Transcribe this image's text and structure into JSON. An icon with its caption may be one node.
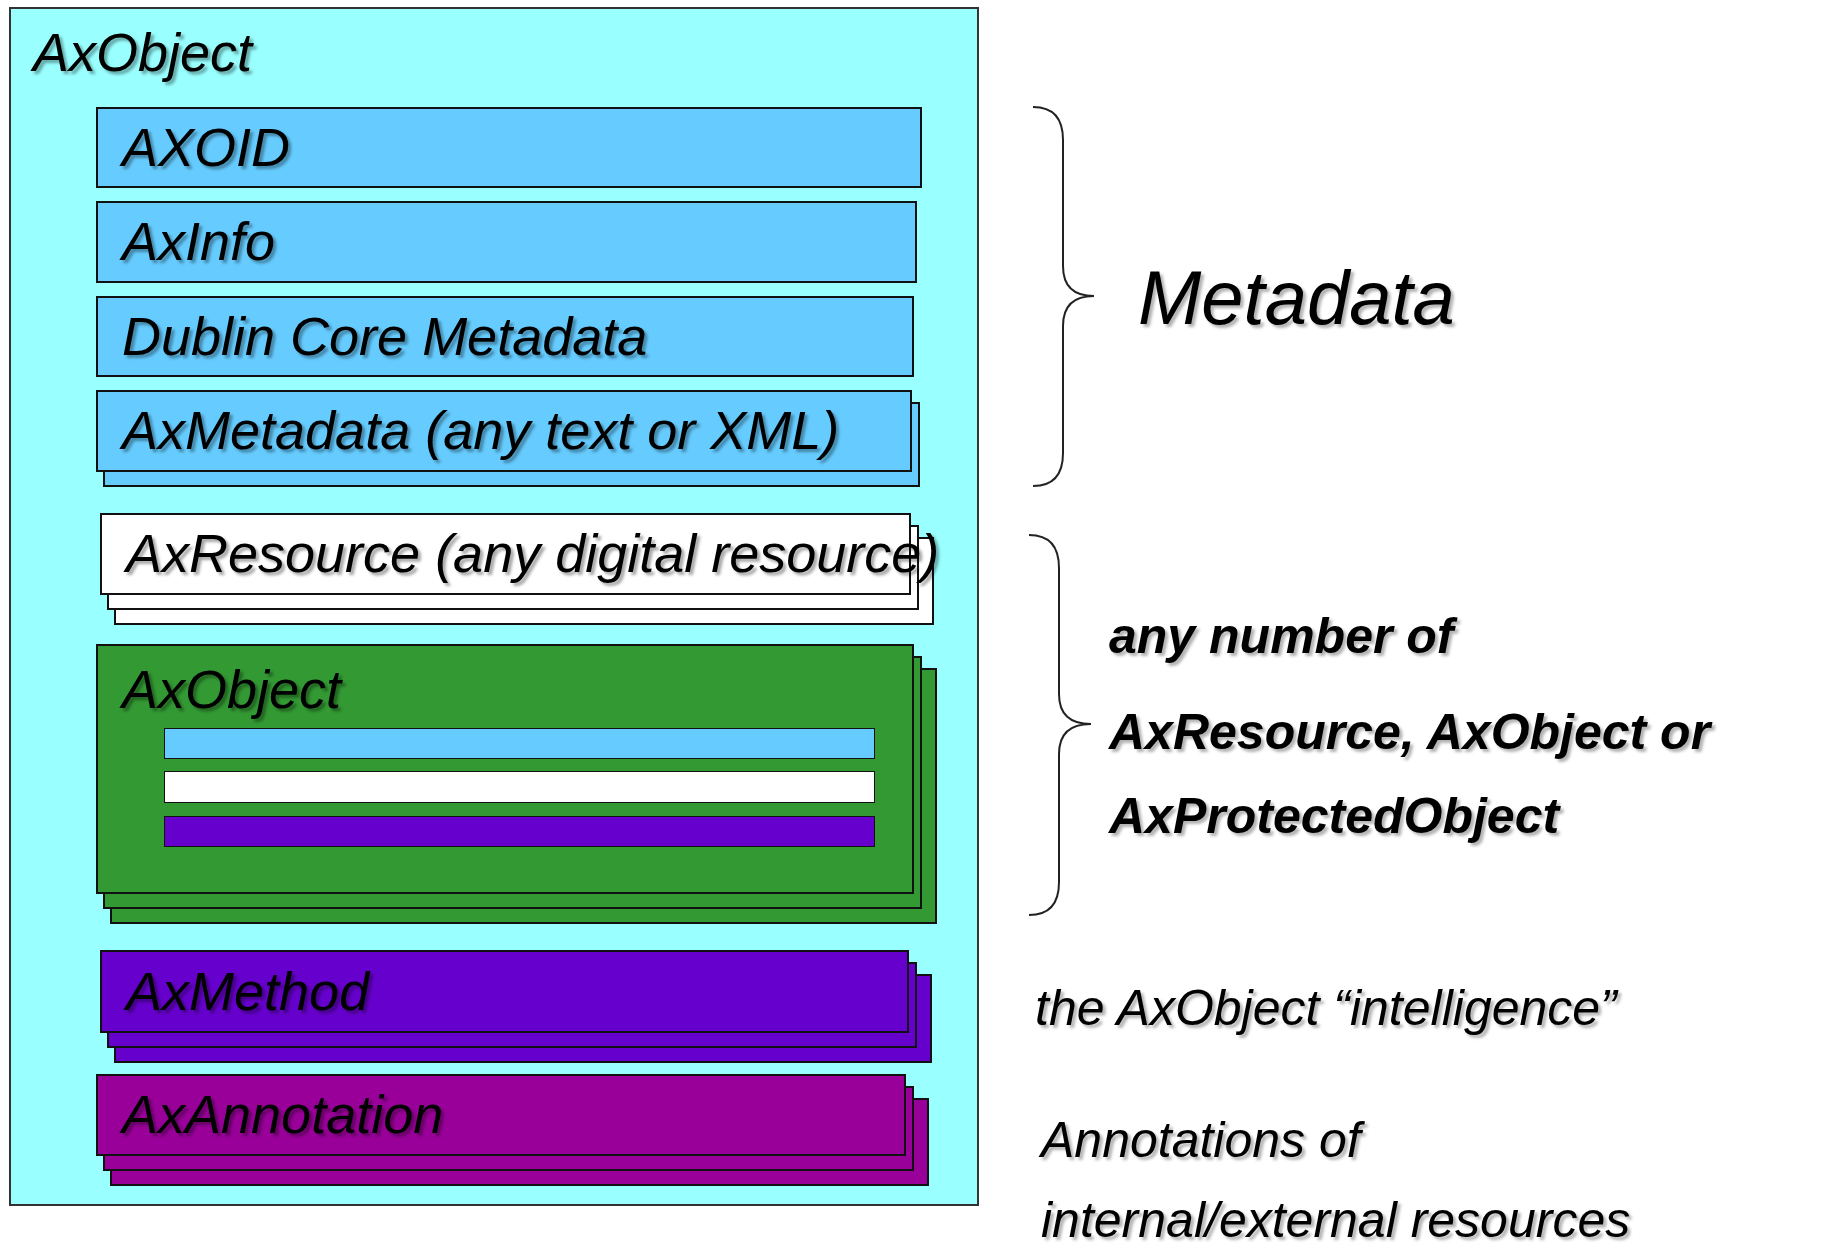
{
  "diagram": {
    "nodes": [
      {
        "text": [
          "AxObject"
        ]
      },
      {
        "text": [
          "AXOID"
        ],
        "in": 0
      },
      {
        "text": [
          "AxInfo"
        ],
        "in": 0
      },
      {
        "text": [
          "Dublin Core Metadata"
        ],
        "in": 0
      },
      {
        "text": [
          "AxMetadata (any text or XML)"
        ],
        "in": 0
      },
      {
        "text": [
          "AxResource (any digital resource)"
        ],
        "in": 0
      },
      {
        "text": [
          "AxObject"
        ],
        "in": 0
      },
      {
        "text": [],
        "shape": "bar",
        "in": 6
      },
      {
        "text": [],
        "shape": "bar",
        "in": 6
      },
      {
        "text": [],
        "shape": "bar",
        "in": 6
      },
      {
        "text": [
          "AxMethod"
        ],
        "in": 0
      },
      {
        "text": [
          "AxAnnotation"
        ],
        "in": 0
      }
    ],
    "labels": [
      "Metadata",
      "any number of",
      "AxResource, AxObject or AxProtectedObject",
      "the AxObject “intelligence”",
      "Annotations of internal/external resources"
    ]
  }
}
